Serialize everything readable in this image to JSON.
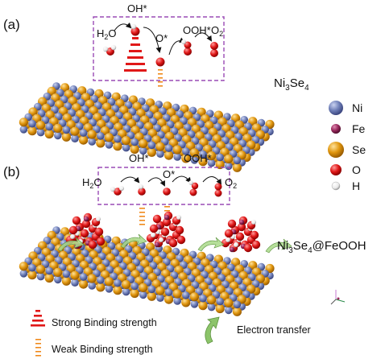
{
  "panels": {
    "a": {
      "label": "(a)",
      "material": {
        "main": "Ni",
        "sub1": "3",
        "mid": "Se",
        "sub2": "4"
      },
      "steps": {
        "h2o_main": "H",
        "h2o_sub": "2",
        "h2o_end": "O",
        "oh": "OH*",
        "o": "O*",
        "ooh": "OOH*",
        "o2_main": "O",
        "o2_sub": "2"
      }
    },
    "b": {
      "label": "(b)",
      "material": {
        "main": "Ni",
        "sub1": "3",
        "mid": "Se",
        "sub2": "4",
        "suffix": "@FeOOH"
      },
      "steps": {
        "h2o_main": "H",
        "h2o_sub": "2",
        "h2o_end": "O",
        "oh": "OH*",
        "o": "O*",
        "ooh": "OOH*",
        "o2_main": "O",
        "o2_sub": "2"
      }
    }
  },
  "legend_atoms": [
    {
      "symbol": "Ni",
      "color": "#6f7fb8"
    },
    {
      "symbol": "Fe",
      "color": "#9a2a5e"
    },
    {
      "symbol": "Se",
      "color": "#e0960e"
    },
    {
      "symbol": "O",
      "color": "#e01818"
    },
    {
      "symbol": "H",
      "color": "#f2f2f2"
    }
  ],
  "legend_bottom": {
    "strong": "Strong Binding strength",
    "weak": "Weak Binding strength",
    "electron": "Electron transfer"
  },
  "colors": {
    "ni": "#6f7fb8",
    "se": "#e0960e",
    "o": "#e01818",
    "h": "#f2f2f2",
    "fe": "#9a2a5e",
    "box": "#9a4bb5",
    "strong": "#e01818",
    "weak": "#f08a1c",
    "arrow": "#7fb75a"
  }
}
